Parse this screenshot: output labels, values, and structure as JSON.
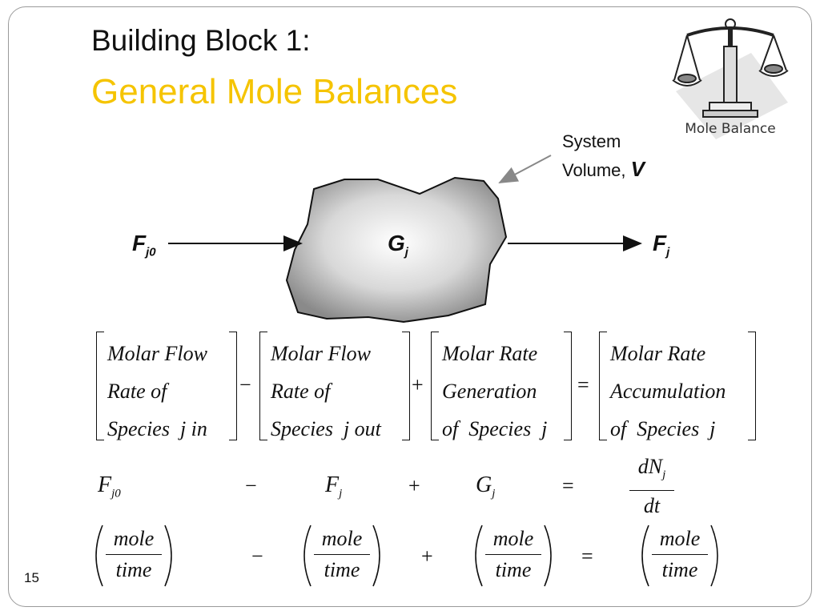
{
  "title": {
    "line1": "Building Block 1:",
    "line2": "General Mole Balances"
  },
  "logo": {
    "caption": "Mole Balance",
    "icon": "balance-scale-icon"
  },
  "diagram": {
    "system_label": "System",
    "volume_label": "Volume,",
    "volume_symbol": "V",
    "inlet": {
      "main": "F",
      "sub": "j0"
    },
    "generation": {
      "main": "G",
      "sub": "j"
    },
    "outlet": {
      "main": "F",
      "sub": "j"
    }
  },
  "word_equation": {
    "terms": [
      [
        "Molar Flow",
        "Rate of",
        "Species  j in"
      ],
      [
        "Molar Flow",
        "Rate of",
        "Species  j out"
      ],
      [
        "Molar Rate",
        "Generation",
        "of  Species  j"
      ],
      [
        "Molar Rate",
        "Accumulation",
        "of  Species  j"
      ]
    ],
    "operators": [
      "−",
      "+",
      "="
    ]
  },
  "symbol_equation": {
    "t1": {
      "main": "F",
      "sub": "j0"
    },
    "op1": "−",
    "t2": {
      "main": "F",
      "sub": "j"
    },
    "op2": "+",
    "t3": {
      "main": "G",
      "sub": "j"
    },
    "op3": "=",
    "t4": {
      "num_main": "dN",
      "num_sub": "j",
      "den": "dt"
    }
  },
  "units_equation": {
    "numerator": "mole",
    "denominator": "time",
    "operators": [
      "−",
      "+",
      "="
    ]
  },
  "page_number": "15",
  "colors": {
    "title_accent": "#f5c400",
    "text": "#111111",
    "frame": "#9a9a9a"
  }
}
